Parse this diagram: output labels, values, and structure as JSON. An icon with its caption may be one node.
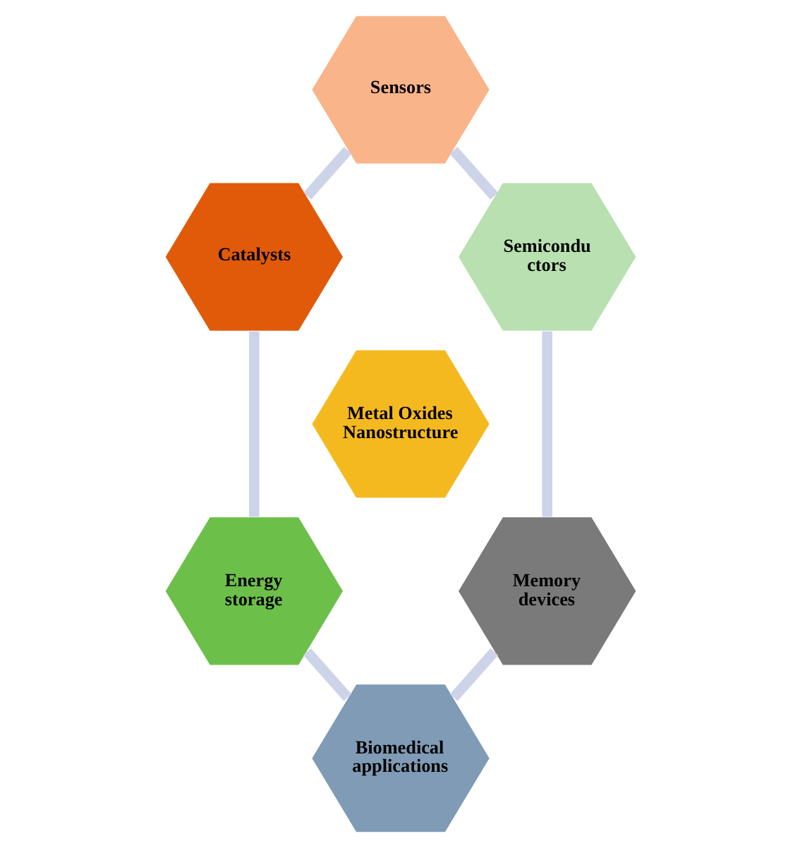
{
  "diagram": {
    "nodes": [
      {
        "text": [
          "Sensors"
        ]
      },
      {
        "text": [
          "Catalysts"
        ]
      },
      {
        "text": [
          "Semicondu ctors"
        ]
      },
      {
        "text": [
          "Metal Oxides Nanostructure"
        ]
      },
      {
        "text": [
          "Energy storage"
        ]
      },
      {
        "text": [
          "Memory devices"
        ]
      },
      {
        "text": [
          "Biomedical applications"
        ]
      }
    ],
    "edges": [
      {
        "from": 0,
        "to": 2,
        "arrow": "none"
      },
      {
        "from": 2,
        "to": 5,
        "arrow": "none"
      },
      {
        "from": 5,
        "to": 6,
        "arrow": "none"
      },
      {
        "from": 4,
        "to": 6,
        "arrow": "none"
      },
      {
        "from": 1,
        "to": 4,
        "arrow": "none"
      },
      {
        "from": 0,
        "to": 1,
        "arrow": "none"
      }
    ]
  }
}
